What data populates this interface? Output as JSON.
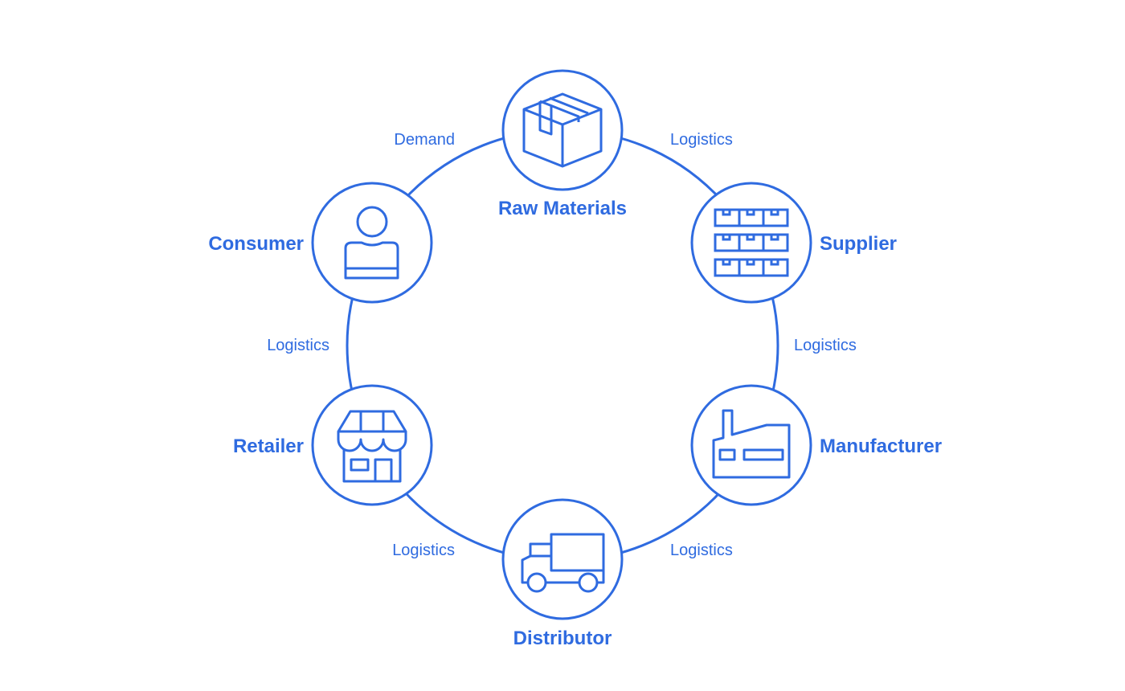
{
  "colors": {
    "accent": "#2f6be0",
    "background": "#ffffff"
  },
  "nodes": [
    {
      "id": "raw-materials",
      "label": "Raw Materials",
      "icon": "box-icon"
    },
    {
      "id": "supplier",
      "label": "Supplier",
      "icon": "shelves-icon"
    },
    {
      "id": "manufacturer",
      "label": "Manufacturer",
      "icon": "factory-icon"
    },
    {
      "id": "distributor",
      "label": "Distributor",
      "icon": "truck-icon"
    },
    {
      "id": "retailer",
      "label": "Retailer",
      "icon": "store-icon"
    },
    {
      "id": "consumer",
      "label": "Consumer",
      "icon": "person-icon"
    }
  ],
  "edges": [
    {
      "from": "raw-materials",
      "to": "supplier",
      "label": "Logistics"
    },
    {
      "from": "supplier",
      "to": "manufacturer",
      "label": "Logistics"
    },
    {
      "from": "manufacturer",
      "to": "distributor",
      "label": "Logistics"
    },
    {
      "from": "distributor",
      "to": "retailer",
      "label": "Logistics"
    },
    {
      "from": "retailer",
      "to": "consumer",
      "label": "Logistics"
    },
    {
      "from": "consumer",
      "to": "raw-materials",
      "label": "Demand"
    }
  ]
}
